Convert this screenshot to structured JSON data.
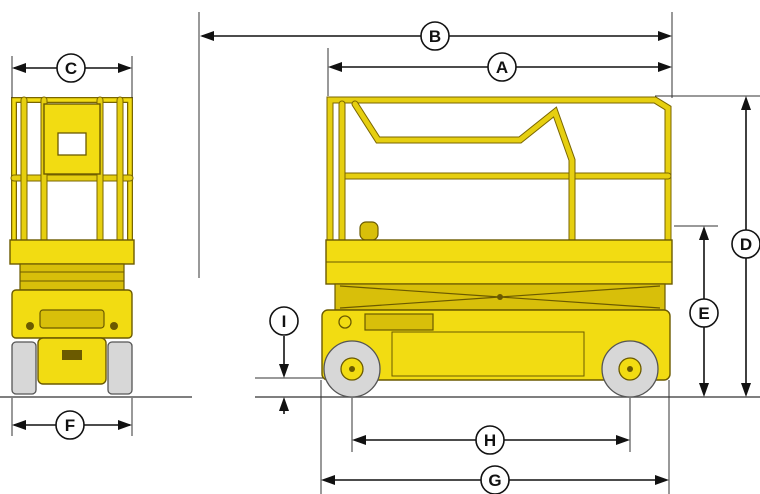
{
  "diagram": {
    "labels": {
      "A": "A",
      "B": "B",
      "C": "C",
      "D": "D",
      "E": "E",
      "F": "F",
      "G": "G",
      "H": "H",
      "I": "I"
    },
    "colors": {
      "machine_yellow": "#f2dc12",
      "outline": "#6b5a00",
      "tire": "#d7d7d7",
      "line": "#111111"
    }
  }
}
